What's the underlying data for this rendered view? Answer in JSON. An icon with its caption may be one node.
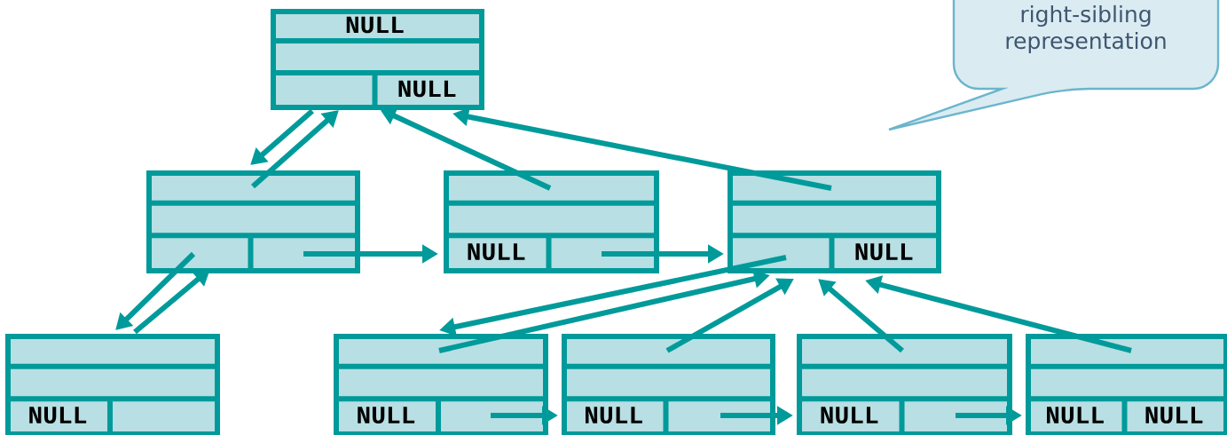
{
  "diagram": {
    "nodes": [
      {
        "text": [
          "NULL",
          "NULL"
        ]
      },
      {
        "text": [],
        "shape": "box"
      },
      {
        "text": [
          "NULL"
        ]
      },
      {
        "text": [
          "NULL"
        ]
      },
      {
        "text": [
          "NULL"
        ]
      },
      {
        "text": [
          "NULL"
        ]
      },
      {
        "text": [
          "NULL"
        ]
      },
      {
        "text": [
          "NULL"
        ]
      },
      {
        "text": [
          "NULL",
          "NULL"
        ]
      },
      {
        "text": [
          "right-sibling representation"
        ]
      }
    ],
    "edges": [
      {
        "from": 0,
        "to": 1,
        "arrow": "to"
      },
      {
        "from": 1,
        "to": 0,
        "arrow": "to"
      },
      {
        "from": 2,
        "to": 0,
        "arrow": "to"
      },
      {
        "from": 3,
        "to": 0,
        "arrow": "to"
      },
      {
        "from": 1,
        "to": 2,
        "arrow": "to"
      },
      {
        "from": 2,
        "to": 3,
        "arrow": "to"
      },
      {
        "from": 1,
        "to": 4,
        "arrow": "to"
      },
      {
        "from": 4,
        "to": 1,
        "arrow": "to"
      },
      {
        "from": 3,
        "to": 5,
        "arrow": "to"
      },
      {
        "from": 5,
        "to": 3,
        "arrow": "to"
      },
      {
        "from": 6,
        "to": 3,
        "arrow": "to"
      },
      {
        "from": 7,
        "to": 3,
        "arrow": "to"
      },
      {
        "from": 8,
        "to": 3,
        "arrow": "to"
      },
      {
        "from": 5,
        "to": 6,
        "arrow": "to"
      },
      {
        "from": 6,
        "to": 7,
        "arrow": "to"
      },
      {
        "from": 7,
        "to": 8,
        "arrow": "to"
      }
    ]
  }
}
